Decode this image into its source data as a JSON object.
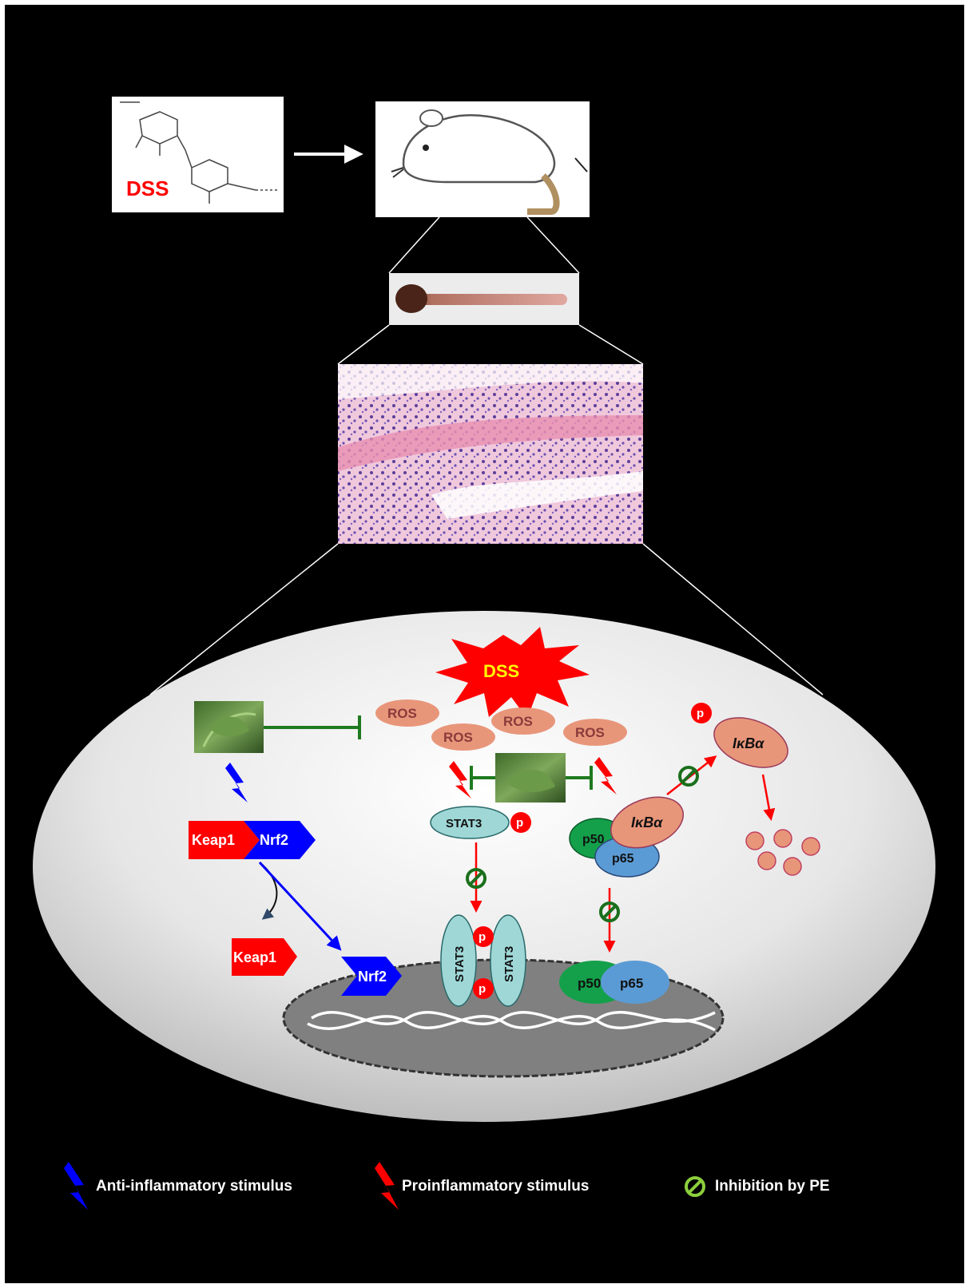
{
  "top": {
    "dss_label": "DSS"
  },
  "cell": {
    "dss_burst_label": "DSS",
    "ros_labels": [
      "ROS",
      "ROS",
      "ROS",
      "ROS"
    ],
    "keap1_label": "Keap1",
    "nrf2_label": "Nrf2",
    "keap1_free_label": "Keap1",
    "nrf2_nuclear_label": "Nrf2",
    "stat3_label": "STAT3",
    "p_label": "p",
    "stat3_dimer_left": "STAT3",
    "stat3_dimer_right": "STAT3",
    "ikba_label": "IκBα",
    "ikba_phos_label": "IκBα",
    "p50_label": "p50",
    "p65_label": "p65",
    "p50_nuclear_label": "p50",
    "p65_nuclear_label": "p65"
  },
  "legend": {
    "anti_label": "Anti-inflammatory stimulus",
    "pro_label": "Proinflammatory stimulus",
    "inhibit_label": "Inhibition by PE"
  },
  "colors": {
    "background": "#000000",
    "red": "#ff0000",
    "blue": "#0000ff",
    "green_bar": "#1f7a1f",
    "ros_fill": "#e8967a",
    "stat3_fill": "#9fd7d7",
    "p50_fill": "#14a04a",
    "p65_fill": "#5b9bd5",
    "inhibit_ring": "#1b6f1b",
    "legend_ring": "#8ccf3c"
  }
}
